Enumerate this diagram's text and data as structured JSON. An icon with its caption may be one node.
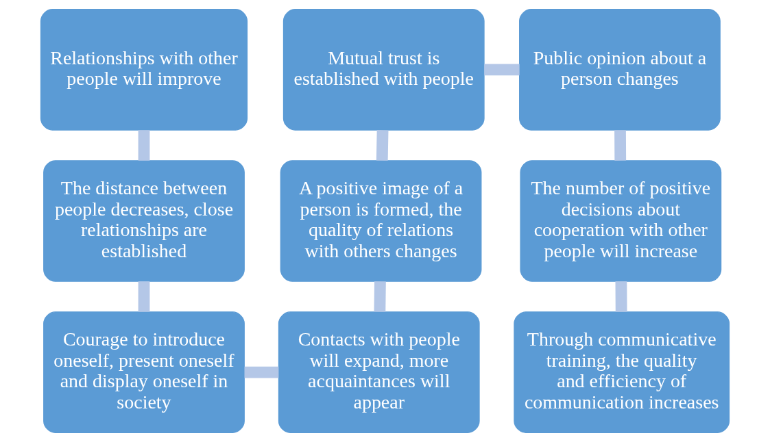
{
  "diagram": {
    "nodes": [
      {
        "text": [
          "Relationships with other people will improve"
        ]
      },
      {
        "text": [
          "Mutual trust is established with people"
        ]
      },
      {
        "text": [
          "Public opinion about a person changes"
        ]
      },
      {
        "text": [
          "The distance between people decreases, close relationships are established"
        ]
      },
      {
        "text": [
          "A positive image of a person is formed, the quality of relations with others changes"
        ]
      },
      {
        "text": [
          "The number of positive decisions about cooperation with other people will increase"
        ]
      },
      {
        "text": [
          "Courage to introduce oneself, present oneself and display oneself in society"
        ]
      },
      {
        "text": [
          "Contacts with people will expand, more acquaintances will appear"
        ]
      },
      {
        "text": [
          "Through communicative training, the quality and efficiency of communication increases"
        ]
      }
    ],
    "edges": [
      {
        "from": 0,
        "to": 3,
        "arrow": "none"
      },
      {
        "from": 1,
        "to": 2,
        "arrow": "none"
      },
      {
        "from": 1,
        "to": 4,
        "arrow": "none"
      },
      {
        "from": 2,
        "to": 5,
        "arrow": "none"
      },
      {
        "from": 3,
        "to": 6,
        "arrow": "none"
      },
      {
        "from": 4,
        "to": 7,
        "arrow": "none"
      },
      {
        "from": 5,
        "to": 8,
        "arrow": "none"
      },
      {
        "from": 6,
        "to": 7,
        "arrow": "none"
      }
    ]
  }
}
